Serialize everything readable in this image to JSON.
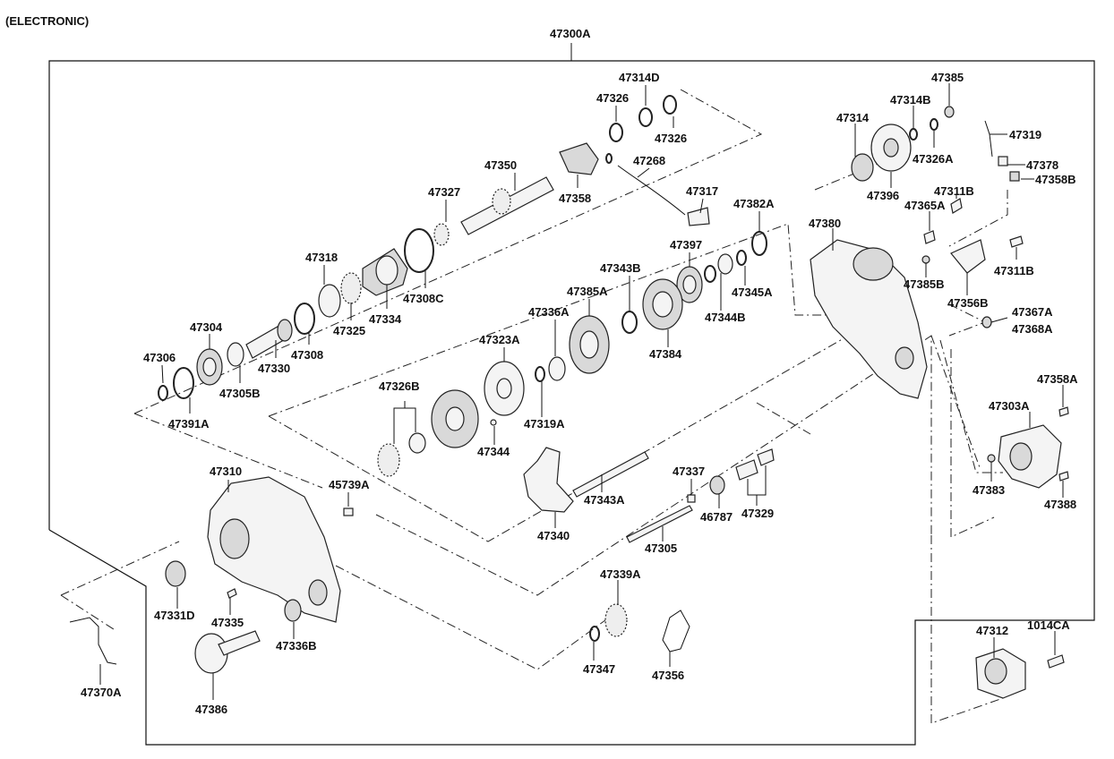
{
  "header": {
    "variant": "(ELECTRONIC)",
    "assembly": "47300A"
  },
  "labels": {
    "p47306": "47306",
    "p47304": "47304",
    "p47391A": "47391A",
    "p47305B": "47305B",
    "p47330": "47330",
    "p47308": "47308",
    "p47318": "47318",
    "p47325": "47325",
    "p47334": "47334",
    "p47308C": "47308C",
    "p47327": "47327",
    "p47350": "47350",
    "p47326a": "47326",
    "p47314D": "47314D",
    "p47326b": "47326",
    "p47358": "47358",
    "p47268": "47268",
    "p47317": "47317",
    "p47382A": "47382A",
    "p47397": "47397",
    "p47343B": "47343B",
    "p47385A": "47385A",
    "p47384": "47384",
    "p47344B": "47344B",
    "p47345A": "47345A",
    "p47336A": "47336A",
    "p47323A": "47323A",
    "p47319A": "47319A",
    "p47326B": "47326B",
    "p47344": "47344",
    "p47310": "47310",
    "p45739A": "45739A",
    "p47331D": "47331D",
    "p47335": "47335",
    "p47336B": "47336B",
    "p47386": "47386",
    "p47370A": "47370A",
    "p47340": "47340",
    "p47343A": "47343A",
    "p47305": "47305",
    "p47337": "47337",
    "p46787": "46787",
    "p47329": "47329",
    "p47339A": "47339A",
    "p47347": "47347",
    "p47356": "47356",
    "p47312": "47312",
    "p1014CA": "1014CA",
    "p47314": "47314",
    "p47314B": "47314B",
    "p47385": "47385",
    "p47319": "47319",
    "p47326A": "47326A",
    "p47378": "47378",
    "p47358B": "47358B",
    "p47396": "47396",
    "p47311Ba": "47311B",
    "p47365A": "47365A",
    "p47380": "47380",
    "p47311Bb": "47311B",
    "p47385B": "47385B",
    "p47356B": "47356B",
    "p47367A": "47367A",
    "p47368A": "47368A",
    "p47358A": "47358A",
    "p47303A": "47303A",
    "p47383": "47383",
    "p47388": "47388"
  }
}
